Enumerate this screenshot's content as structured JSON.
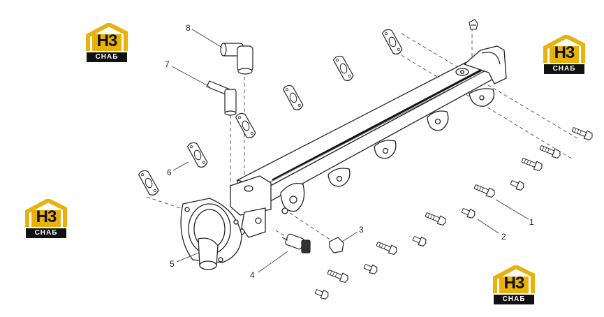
{
  "callouts": [
    {
      "label": "1"
    },
    {
      "label": "2"
    },
    {
      "label": "3"
    },
    {
      "label": "4"
    },
    {
      "label": "5"
    },
    {
      "label": "6"
    },
    {
      "label": "7"
    },
    {
      "label": "8"
    }
  ],
  "watermark": {
    "mark": "H3",
    "plate": "СНАБ",
    "colors": {
      "roof": "#e8b10c",
      "text": "#111111",
      "plate": "#111111"
    }
  }
}
